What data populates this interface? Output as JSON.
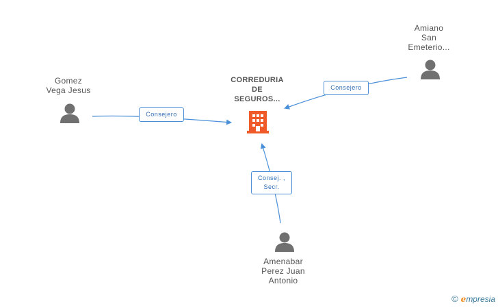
{
  "company": {
    "label_lines": [
      "CORREDURIA",
      "DE",
      "SEGUROS..."
    ],
    "color": "#f05a28"
  },
  "people": [
    {
      "id": "gomez",
      "lines": [
        "Gomez",
        "Vega Jesus"
      ]
    },
    {
      "id": "amiano",
      "lines": [
        "Amiano",
        "San",
        "Emeterio..."
      ]
    },
    {
      "id": "amenabar",
      "lines": [
        "Amenabar",
        "Perez Juan",
        "Antonio"
      ]
    }
  ],
  "edges": [
    {
      "from": "gomez",
      "lines": [
        "Consejero"
      ]
    },
    {
      "from": "amiano",
      "lines": [
        "Consejero"
      ]
    },
    {
      "from": "amenabar",
      "lines": [
        "Consej. ,",
        "Secr."
      ]
    }
  ],
  "colors": {
    "edge": "#4a8fd8",
    "person": "#707070",
    "text": "#555555"
  },
  "footer": {
    "copyright": "©",
    "brand_initial": "e",
    "brand_rest": "mpresia"
  }
}
